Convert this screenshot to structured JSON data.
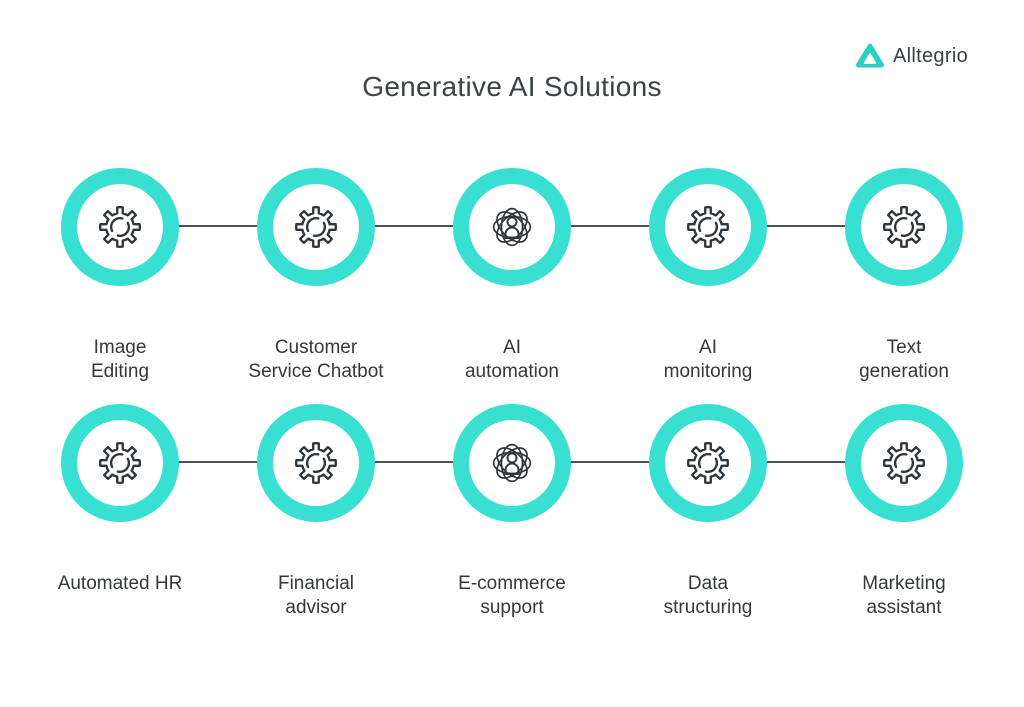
{
  "title": "Generative AI Solutions",
  "logo": {
    "brand": "Alltegrio"
  },
  "colors": {
    "ring": "#38e0d2",
    "icon_stroke": "#2f363c",
    "connector": "#4c5258",
    "title_text": "#3b4248",
    "label_text": "#33383e",
    "logo_teal": "#2ccfc3"
  },
  "rows": [
    {
      "items": [
        {
          "icon": "gear",
          "label": "Image\nEditing"
        },
        {
          "icon": "gear",
          "label": "Customer\nService Chatbot"
        },
        {
          "icon": "ai-network",
          "label": "AI\nautomation"
        },
        {
          "icon": "gear",
          "label": "AI\nmonitoring"
        },
        {
          "icon": "gear",
          "label": "Text\ngeneration"
        }
      ]
    },
    {
      "items": [
        {
          "icon": "gear",
          "label": "Automated HR"
        },
        {
          "icon": "gear",
          "label": "Financial\nadvisor"
        },
        {
          "icon": "ai-network",
          "label": "E-commerce\nsupport"
        },
        {
          "icon": "gear",
          "label": "Data\nstructuring"
        },
        {
          "icon": "gear",
          "label": "Marketing\nassistant"
        }
      ]
    }
  ]
}
